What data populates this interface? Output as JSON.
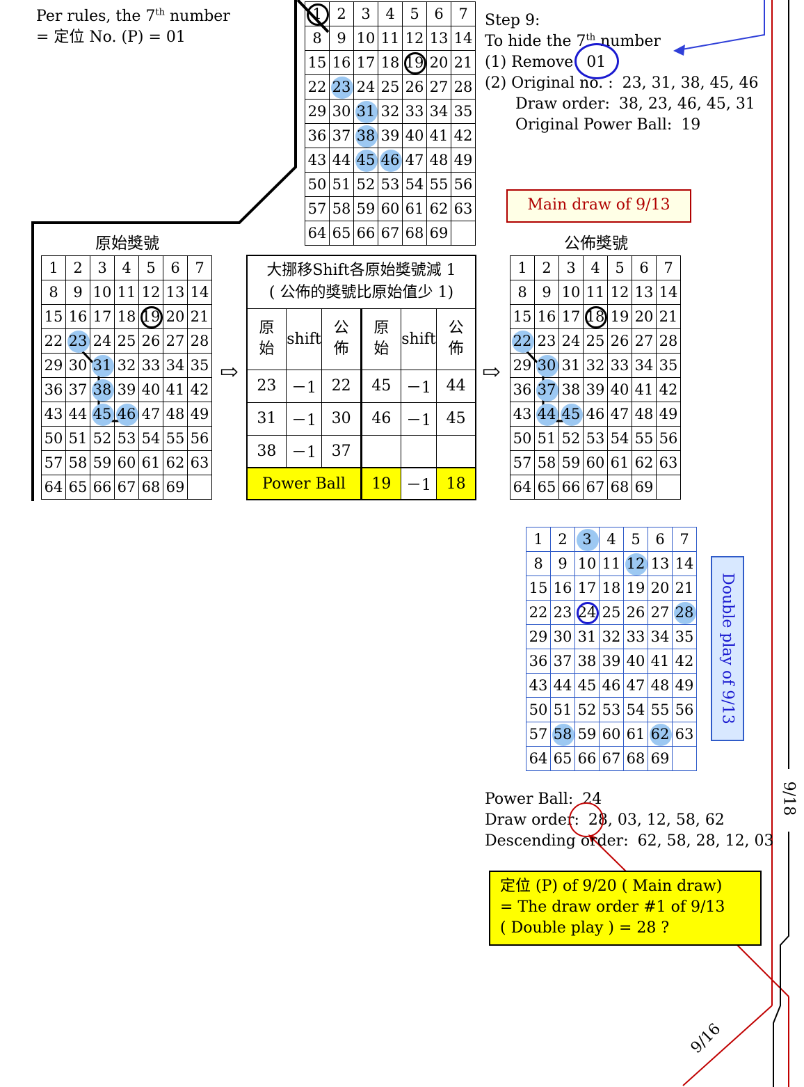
{
  "top_left": {
    "line1_pre": "Per rules, the 7",
    "line1_sup": "th",
    "line1_post": " number",
    "line2": "= 定位 No. (P) = 01"
  },
  "step9": {
    "title": "Step 9:",
    "hide_pre": "To hide the 7",
    "hide_sup": "th",
    "hide_post": " number",
    "remove_label": "(1) Remove",
    "remove_value": "01",
    "original_label": "(2) Original no. :",
    "original_value": "23, 31, 38, 45, 46",
    "draw_order_label": "Draw order:",
    "draw_order_value": "38, 23, 46, 45, 31",
    "power_ball_label": "Original Power Ball:",
    "power_ball_value": "19"
  },
  "main_draw_label": "Main draw of 9/13",
  "grid_left_title": "原始獎號",
  "grid_right_title": "公佈獎號",
  "double_play_label": "Double play of 9/13",
  "shift_table": {
    "header_line1": "大挪移Shift各原始獎號減 1",
    "header_line2": "( 公佈的獎號比原始值少 1)",
    "col_original": "原始",
    "col_shift": "shift",
    "col_published": "公佈",
    "rows": [
      [
        "23",
        "－1",
        "22",
        "45",
        "－1",
        "44"
      ],
      [
        "31",
        "－1",
        "30",
        "46",
        "－1",
        "45"
      ],
      [
        "38",
        "－1",
        "37",
        "",
        "",
        ""
      ]
    ],
    "power_ball_label": "Power Ball",
    "power_ball_row": [
      "19",
      "－1",
      "18"
    ]
  },
  "grids": {
    "numbers": [
      "1",
      "2",
      "3",
      "4",
      "5",
      "6",
      "7",
      "8",
      "9",
      "10",
      "11",
      "12",
      "13",
      "14",
      "15",
      "16",
      "17",
      "18",
      "19",
      "20",
      "21",
      "22",
      "23",
      "24",
      "25",
      "26",
      "27",
      "28",
      "29",
      "30",
      "31",
      "32",
      "33",
      "34",
      "35",
      "36",
      "37",
      "38",
      "39",
      "40",
      "41",
      "42",
      "43",
      "44",
      "45",
      "46",
      "47",
      "48",
      "49",
      "50",
      "51",
      "52",
      "53",
      "54",
      "55",
      "56",
      "57",
      "58",
      "59",
      "60",
      "61",
      "62",
      "63",
      "64",
      "65",
      "66",
      "67",
      "68",
      "69"
    ],
    "top_highlight": [
      23,
      31,
      38,
      45,
      46
    ],
    "top_rings": [
      1,
      19
    ],
    "left_highlight": [
      23,
      31,
      38,
      45,
      46
    ],
    "left_rings": [
      19
    ],
    "right_highlight": [
      22,
      30,
      37,
      44,
      45
    ],
    "right_rings": [
      18
    ],
    "double_highlight": [
      3,
      12,
      28,
      58,
      62
    ],
    "double_rings": [
      24
    ]
  },
  "bottom": {
    "power_ball_label": "Power Ball:",
    "power_ball_value": "24",
    "draw_order_label": "Draw order:",
    "draw_order_value": "28, 03, 12, 58, 62",
    "descending_label": "Descending order:",
    "descending_value": "62, 58, 28, 12, 03"
  },
  "yellow_note": {
    "line1": "定位 (P) of 9/20 ( Main draw)",
    "line2": "= The draw order #1  of 9/13",
    "line3": "( Double play ) = 28 ?"
  },
  "timeline": {
    "label_918": "9/18",
    "label_916": "9/16"
  },
  "arrow_glyph": "⇨",
  "colors": {
    "highlight": "#9cc8f2",
    "main_draw_border": "#b00000",
    "double_play": "#1a1ad0",
    "yellow": "#ffff00",
    "red_line": "#c00000"
  }
}
